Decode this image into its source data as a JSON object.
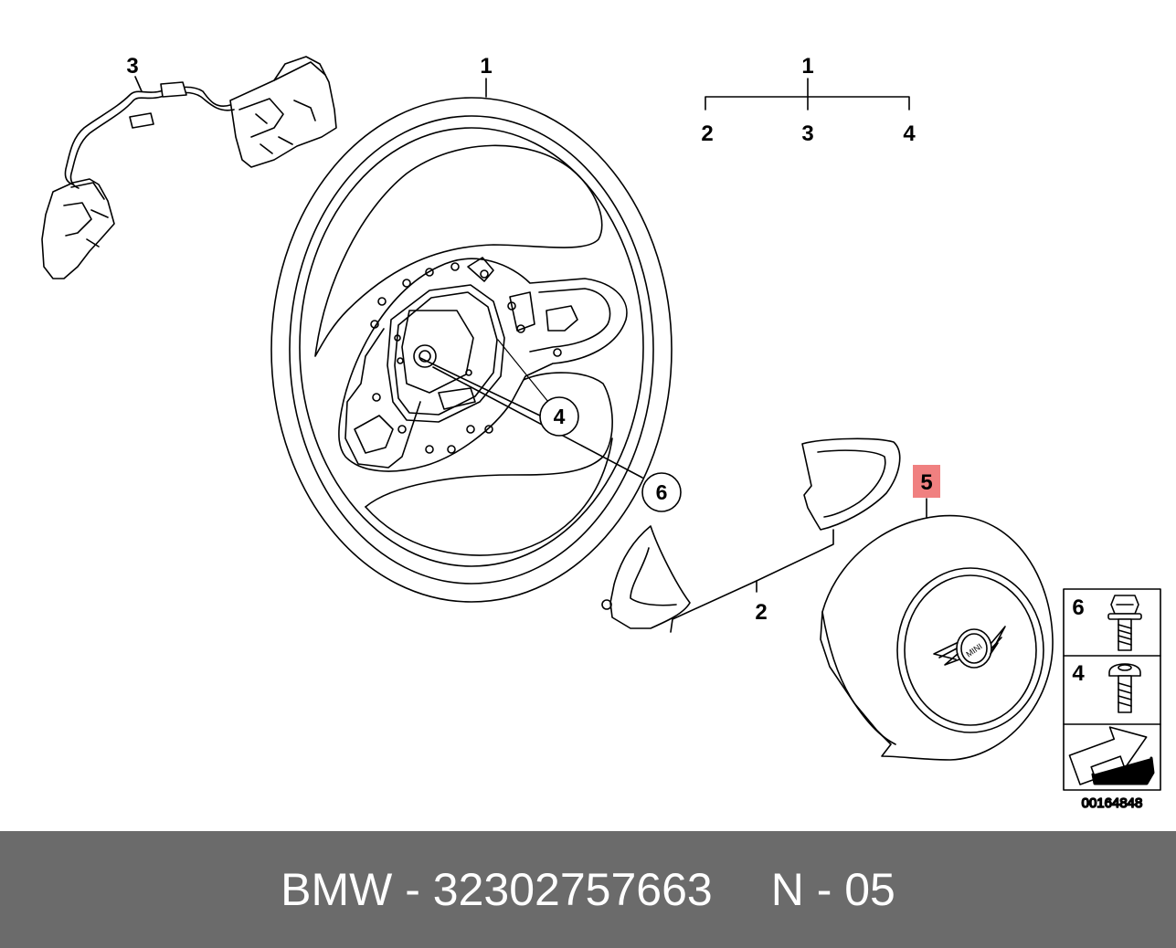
{
  "diagram": {
    "callouts": {
      "wheel": "1",
      "tree_root": "1",
      "tree_2": "2",
      "tree_3": "3",
      "tree_4": "4",
      "harness": "3",
      "cover_group": "2",
      "airbag": "5",
      "circle_4": "4",
      "circle_6": "6"
    },
    "airbag_highlight_color": "#f08080",
    "hardware_table": {
      "rows": [
        {
          "num": "6",
          "icon": "hex-flange-bolt-icon"
        },
        {
          "num": "4",
          "icon": "torx-screw-icon"
        },
        {
          "num": "",
          "icon": "arrow-icon"
        }
      ]
    },
    "reference_number": "00164848"
  },
  "footer": {
    "brand": "BMW",
    "dash": "-",
    "part_number": "32302757663",
    "position": "N - 05"
  }
}
